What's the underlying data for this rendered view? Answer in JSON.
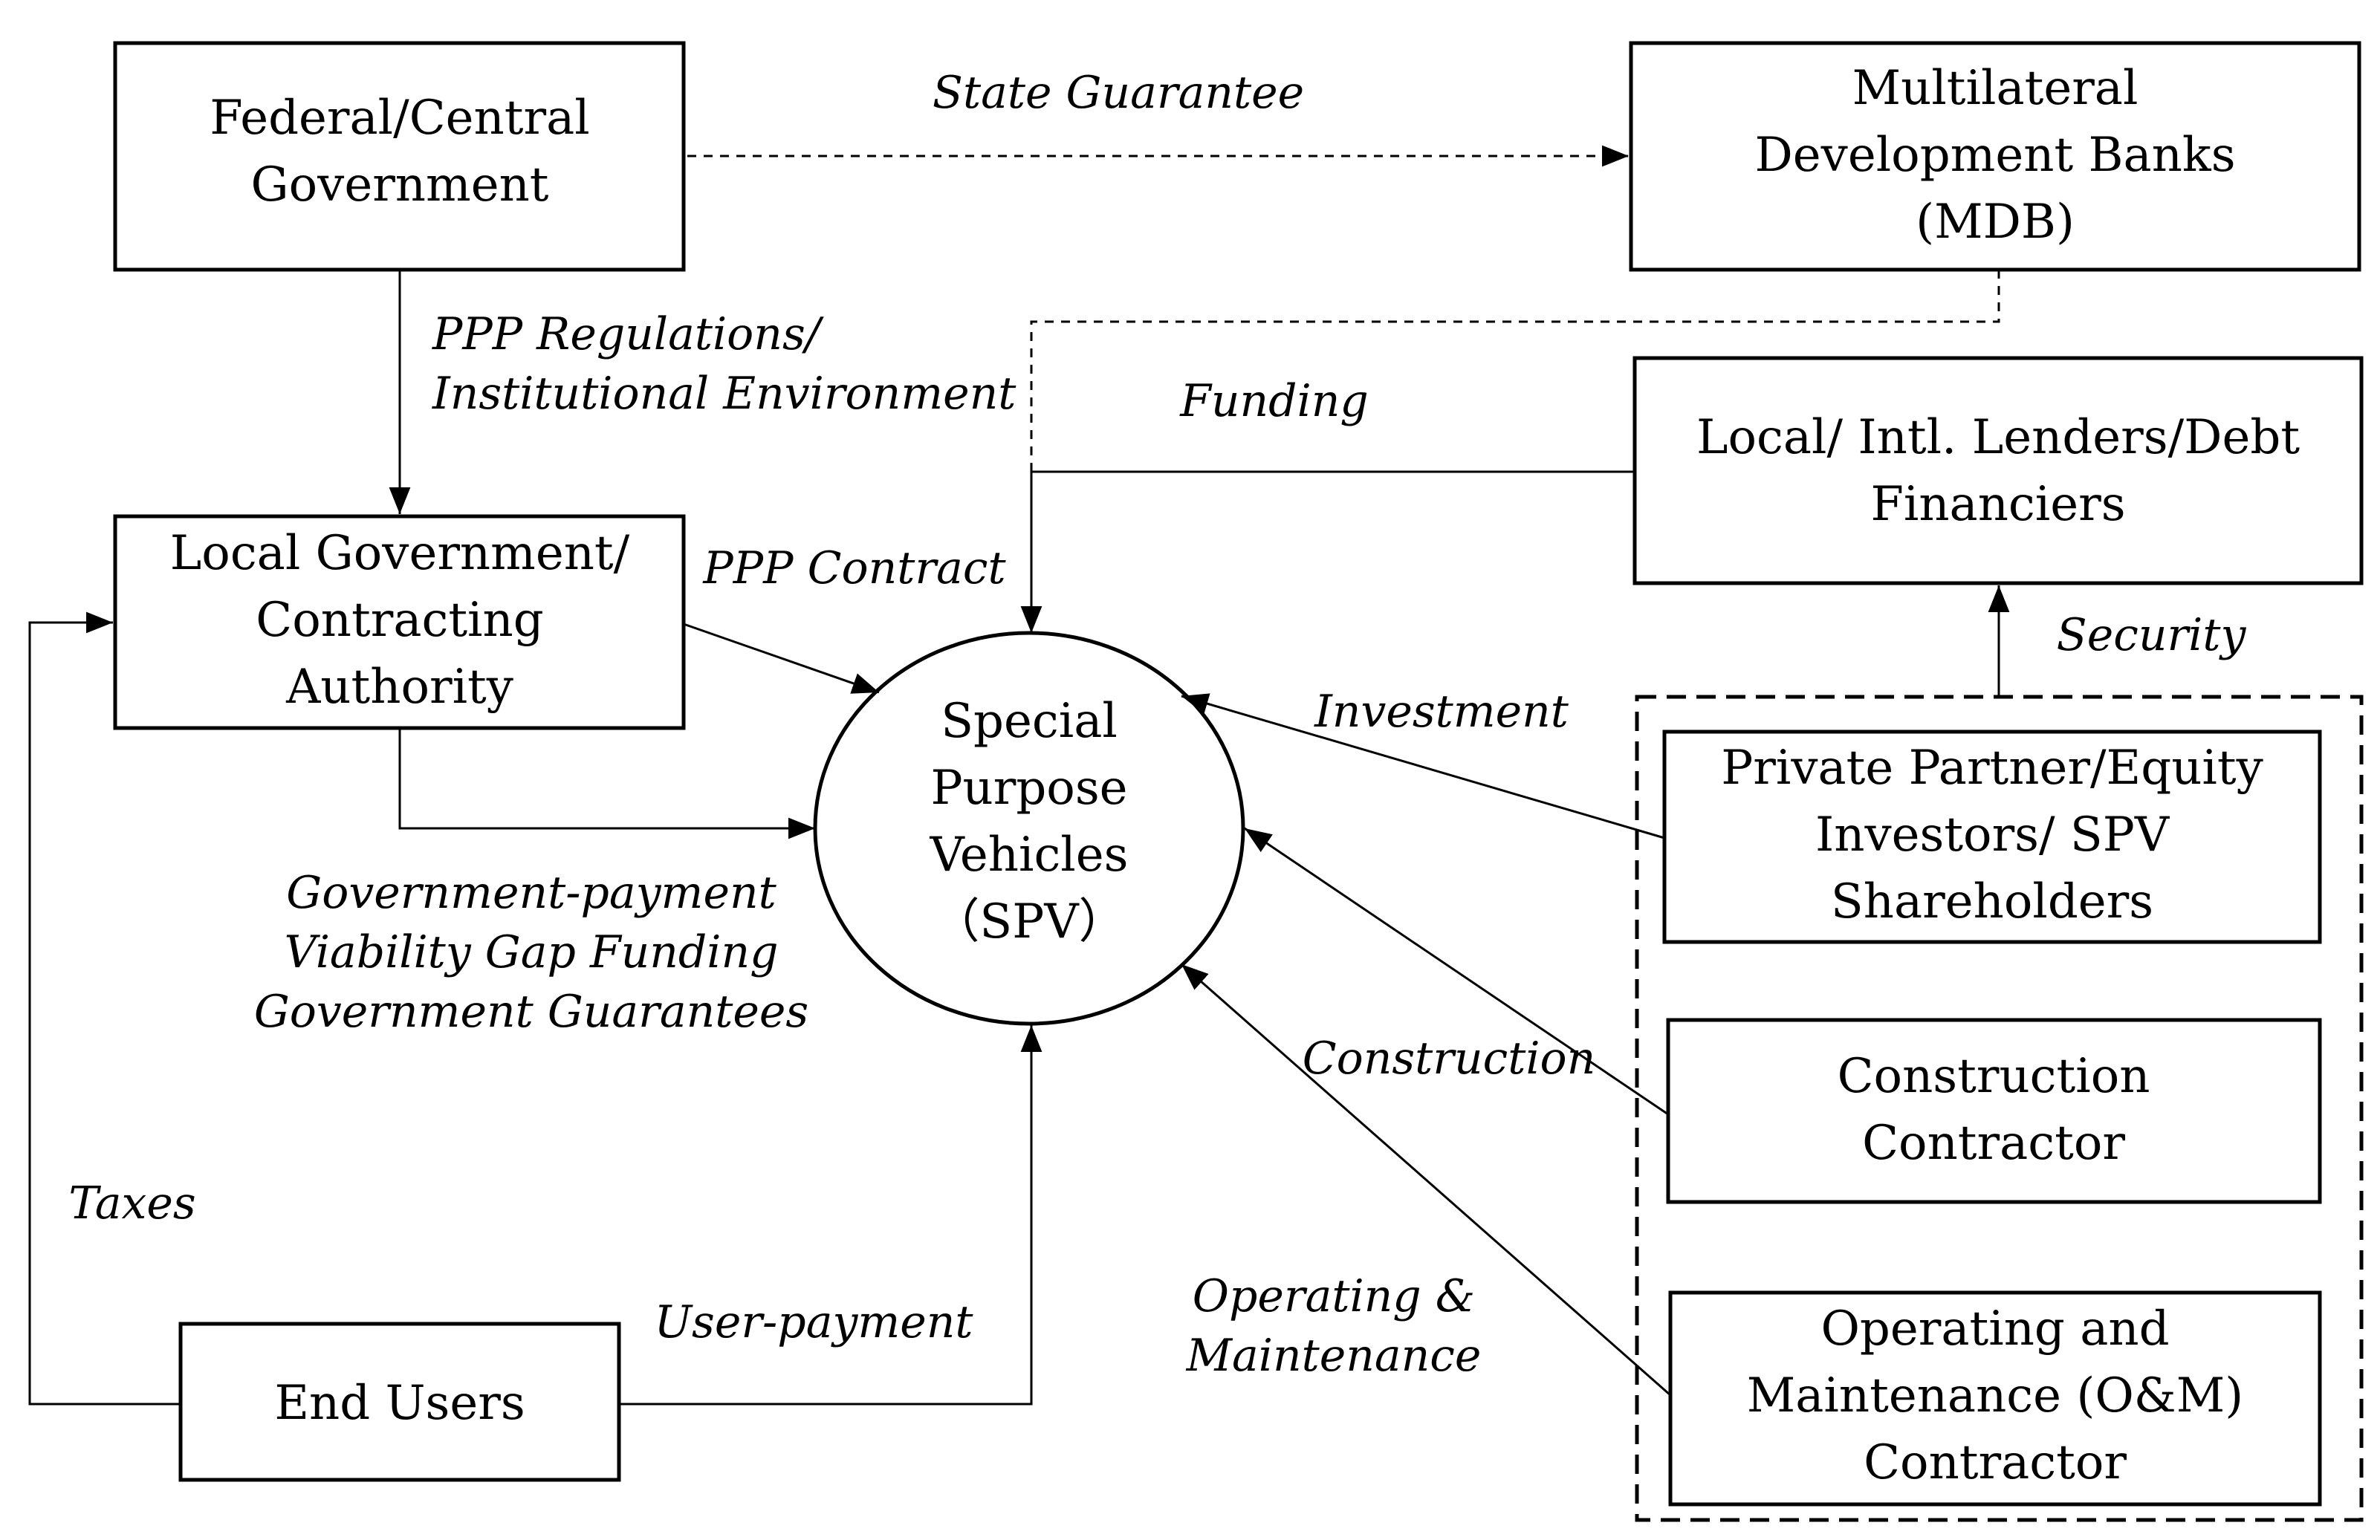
{
  "nodes": {
    "federal": [
      "Federal/Central",
      "Government"
    ],
    "mdb": [
      "Multilateral",
      "Development Banks",
      "(MDB)"
    ],
    "lenders": [
      "Local/ Intl. Lenders/Debt",
      "Financiers"
    ],
    "local_gov": [
      "Local Government/",
      "Contracting",
      "Authority"
    ],
    "spv": [
      "Special",
      "Purpose",
      "Vehicles",
      "（SPV）"
    ],
    "private_partner": [
      "Private Partner/Equity",
      "Investors/ SPV",
      "Shareholders"
    ],
    "construction": [
      "Construction",
      "Contractor"
    ],
    "om": [
      "Operating and",
      "Maintenance (O&M)",
      "Contractor"
    ],
    "end_users": [
      "End  Users"
    ]
  },
  "edge_labels": {
    "state_guarantee": [
      "State Guarantee"
    ],
    "ppp_regulations": [
      "PPP Regulations/",
      "Institutional Environment"
    ],
    "funding": [
      "Funding"
    ],
    "ppp_contract": [
      "PPP Contract"
    ],
    "security": [
      "Security"
    ],
    "investment": [
      "Investment"
    ],
    "government_payment": [
      "Government-payment",
      "Viability Gap Funding",
      "Government Guarantees"
    ],
    "construction": [
      "Construction"
    ],
    "taxes": [
      "Taxes"
    ],
    "user_payment": [
      "User-payment"
    ],
    "operating_maintenance": [
      "Operating &",
      "Maintenance"
    ]
  }
}
